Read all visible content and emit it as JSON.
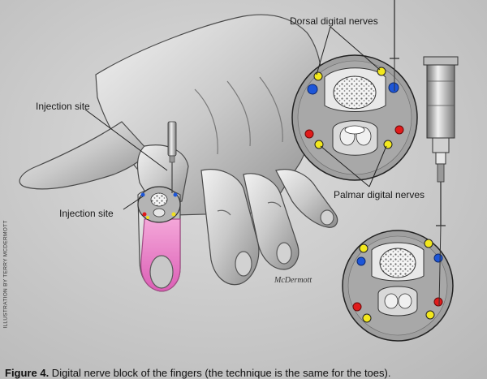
{
  "labels": {
    "dorsal_nerves": "Dorsal digital nerves",
    "palmar_nerves": "Palmar digital nerves",
    "injection_site_upper": "Injection site",
    "injection_site_lower": "Injection site"
  },
  "credit": "ILLUSTRATION BY TERRY MCDERMOTT",
  "signature": "McDermott",
  "caption": {
    "number": "Figure 4.",
    "text": " Digital nerve block of the fingers (the technique is the same for the toes)."
  }
}
